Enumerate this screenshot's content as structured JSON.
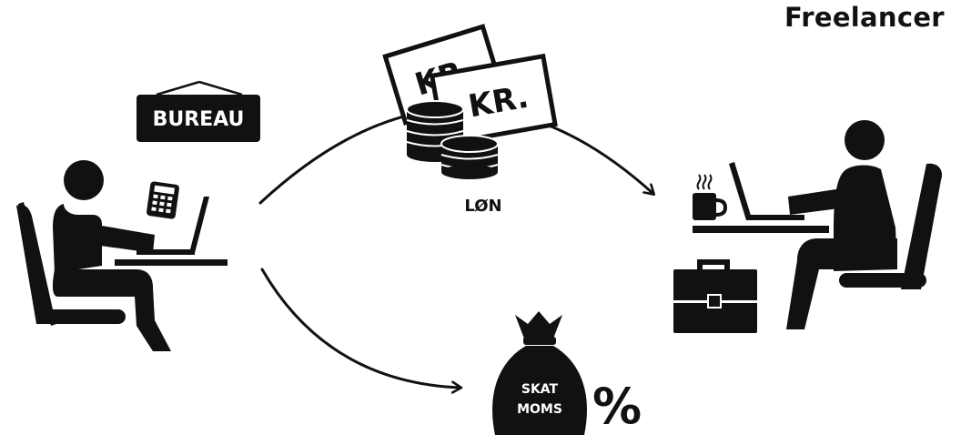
{
  "title": "Freelancer",
  "labels": {
    "bureau_sign": "BUREAU",
    "money_note_1": "KR.",
    "money_note_2": "KR.",
    "salary": "LØN",
    "tax_bag_line1": "SKAT",
    "tax_bag_line2": "MOMS",
    "percent": "%"
  },
  "colors": {
    "ink": "#111111",
    "background": "#ffffff"
  },
  "icons": [
    "bureau-sign-icon",
    "bureau-person-icon",
    "calculator-icon",
    "chair-icon",
    "laptop-icon",
    "desk-icon",
    "banknote-icon",
    "coin-stack-icon",
    "money-bag-icon",
    "coffee-cup-icon",
    "briefcase-icon",
    "freelancer-person-icon"
  ]
}
